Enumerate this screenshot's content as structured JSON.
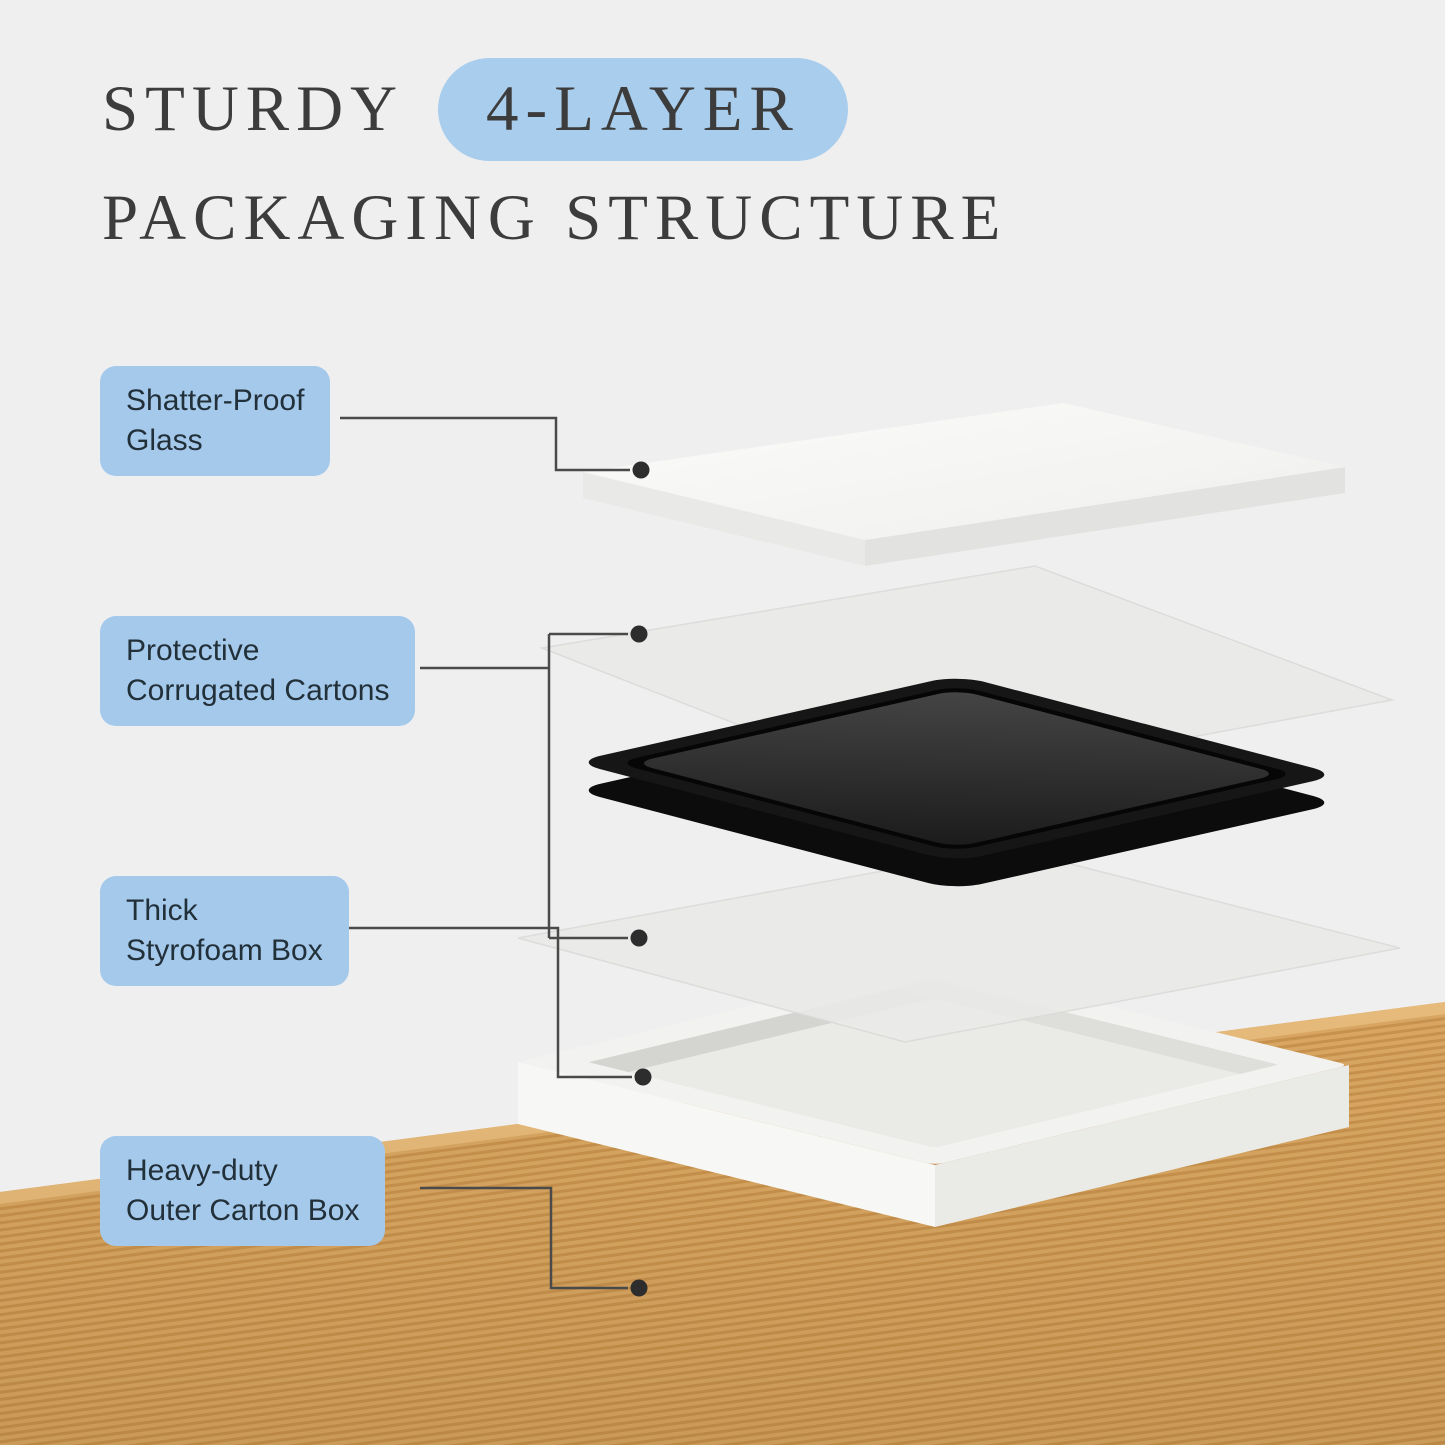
{
  "title": {
    "word": "STURDY",
    "highlight": "4-LAYER",
    "line2": "PACKAGING STRUCTURE"
  },
  "callouts": [
    {
      "line1": "Shatter-Proof",
      "line2": "Glass",
      "target": "shatter-proof-glass"
    },
    {
      "line1": "Protective",
      "line2": "Corrugated Cartons",
      "target": "corrugated-carton-sheets"
    },
    {
      "line1": "Thick",
      "line2": "Styrofoam Box",
      "target": "styrofoam-box"
    },
    {
      "line1": "Heavy-duty",
      "line2": "Outer Carton Box",
      "target": "outer-carton-box"
    }
  ],
  "colors": {
    "background": "#efeff0",
    "accent_blue": "#a9cdec",
    "callout_blue": "#a5c9eb",
    "title_text": "#3c3c3c",
    "callout_text": "#22303a",
    "connector": "#4a4a4a",
    "cardboard": "#d9a763",
    "cardboard_stripe": "#c7924d",
    "tray_black": "#141414",
    "styrofoam_white": "#f2f2f0",
    "glass_white": "#f7f7f6"
  },
  "diagram": {
    "layers": [
      "shatter-proof-glass",
      "corrugated-carton-sheet-top",
      "product-black-tray",
      "corrugated-carton-sheet-bottom",
      "styrofoam-box",
      "outer-carton-box"
    ]
  }
}
